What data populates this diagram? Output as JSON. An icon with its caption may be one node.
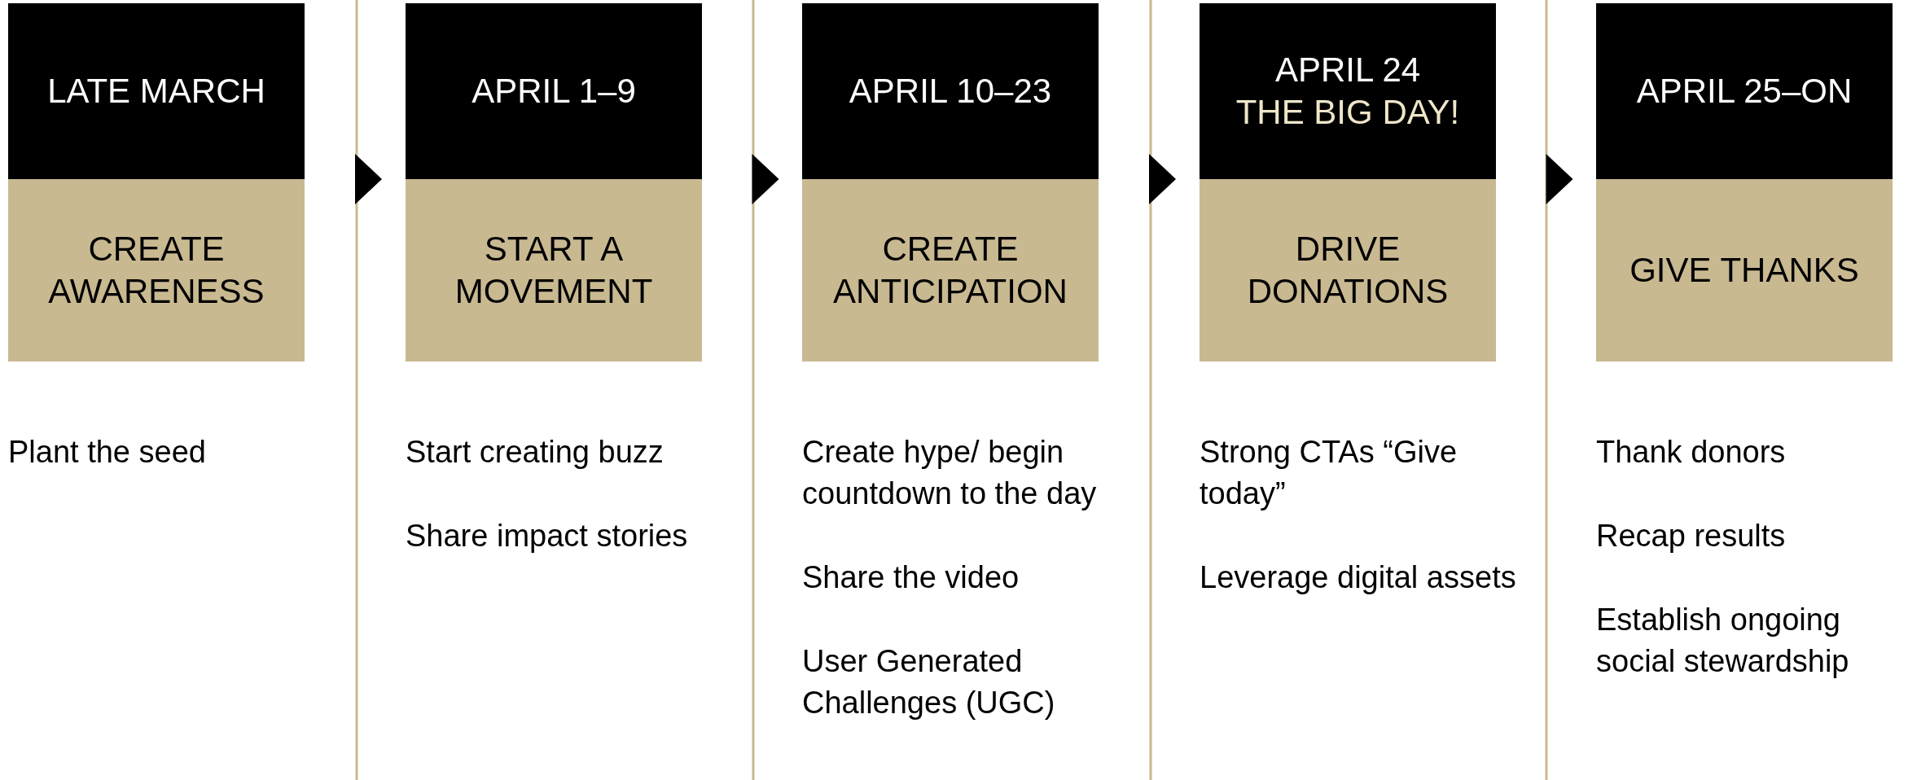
{
  "diagram": {
    "nodes": [
      {
        "text": [
          "LATE MARCH"
        ]
      },
      {
        "text": [
          "CREATE AWARENESS"
        ],
        "beside": [
          "Plant the seed"
        ]
      },
      {
        "text": [
          "APRIL 1–9"
        ]
      },
      {
        "text": [
          "START A MOVEMENT"
        ],
        "beside": [
          "Start creating buzz",
          "Share impact stories"
        ]
      },
      {
        "text": [
          "APRIL 10–23"
        ]
      },
      {
        "text": [
          "CREATE ANTICIPATION"
        ],
        "beside": [
          "Create hype/ begin countdown to the day",
          "Share the video",
          "User Generated Challenges (UGC)"
        ]
      },
      {
        "text": [
          "APRIL 24",
          "THE BIG DAY!"
        ]
      },
      {
        "text": [
          "DRIVE DONATIONS"
        ],
        "beside": [
          "Strong CTAs “Give today”",
          "Leverage digital assets"
        ]
      },
      {
        "text": [
          "APRIL 25–ON"
        ]
      },
      {
        "text": [
          "GIVE THANKS"
        ],
        "beside": [
          "Thank donors",
          "Recap results",
          "Establish ongoing social stewardship"
        ]
      }
    ],
    "edges": [
      {
        "from": 0,
        "to": 2,
        "arrow": "to"
      },
      {
        "from": 2,
        "to": 4,
        "arrow": "to"
      },
      {
        "from": 4,
        "to": 6,
        "arrow": "to"
      },
      {
        "from": 6,
        "to": 8,
        "arrow": "to"
      }
    ]
  }
}
